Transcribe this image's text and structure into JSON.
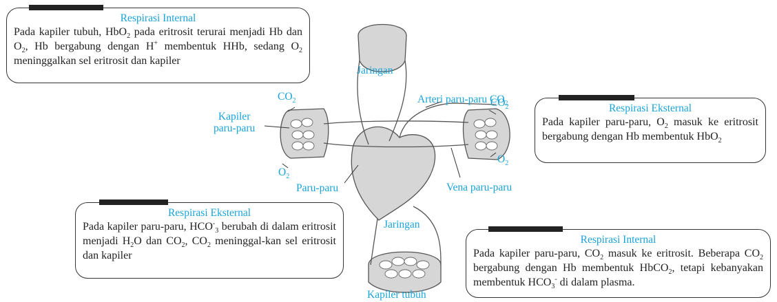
{
  "boxes": {
    "internal_top": {
      "title": "Respirasi Internal",
      "text_html": "Pada kapiler tubuh, HbO<sub>2</sub> pada eritrosit terurai menjadi Hb dan O<sub>2</sub>, Hb bergabung dengan H<sup>+</sup> membentuk HHb, sedang O<sub>2</sub> meninggalkan sel eritrosit dan kapiler"
    },
    "external_right": {
      "title": "Respirasi Eksternal",
      "text_html": "Pada kapiler paru-paru, O<sub>2</sub> masuk ke eritrosit bergabung dengan Hb membentuk HbO<sub>2</sub>"
    },
    "external_bottom": {
      "title": "Respirasi Eksternal",
      "text_html": "Pada kapiler paru-paru, HCO<sup>-</sup><sub>3</sub> berubah di dalam eritrosit menjadi H<sub>2</sub>O dan CO<sub>2</sub>, CO<sub>2</sub> meninggal-kan sel eritrosit dan kapiler"
    },
    "internal_bottom": {
      "title": "Respirasi Internal",
      "text_html": "Pada kapiler paru-paru, CO<sub>2</sub> masuk ke eritrosit. Beberapa CO<sub>2</sub> bergabung dengan Hb membentuk HbCO<sub>2</sub>, tetapi kebanyakan membentuk HCO<sub>3</sub><sup>-</sup> di dalam plasma."
    }
  },
  "labels": {
    "jaringan_top": "Jaringan",
    "arteri_html": "Arteri paru-paru CO<sub>2</sub>",
    "co2_left_html": "CO<sub>2</sub>",
    "co2_right_html": "CO<sub>2</sub>",
    "kapiler_paru_line1": "Kapiler",
    "kapiler_paru_line2": "paru-paru",
    "o2_left_html": "O<sub>2</sub>",
    "o2_right_html": "O<sub>2</sub>",
    "paru_paru": "Paru-paru",
    "vena": "Vena paru-paru",
    "jaringan_bottom": "Jaringan",
    "kapiler_tubuh": "Kapiler tubuh"
  },
  "colors": {
    "label": "#1aa3d9",
    "vessel_fill": "#d9d9d9",
    "vessel_stroke": "#555555"
  }
}
